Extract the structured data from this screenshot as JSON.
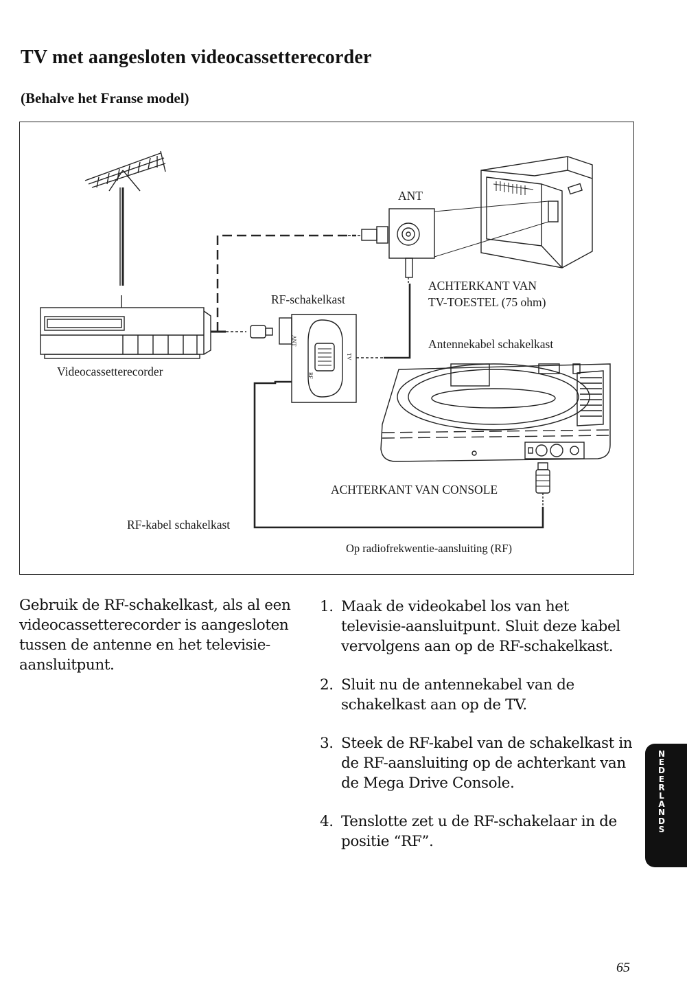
{
  "page": {
    "title": "TV met aangesloten videocassetterecorder",
    "subtitle": "(Behalve het Franse model)",
    "page_number": "65",
    "side_tab": "NEDERLANDS"
  },
  "diagram": {
    "labels": {
      "ant": "ANT",
      "rf_box": "RF-schakelkast",
      "tv_back_1": "ACHTERKANT VAN",
      "tv_back_2": "TV-TOESTEL (75 ohm)",
      "antenna_cable": "Antennekabel schakelkast",
      "vcr": "Videocassetterecorder",
      "console_back": "ACHTERKANT VAN CONSOLE",
      "rf_cable": "RF-kabel schakelkast",
      "rf_connection": "Op radiofrekwentie-aansluiting (RF)"
    },
    "switch_labels": {
      "ant": "ANT",
      "tv": "TV",
      "rf": "RF"
    }
  },
  "intro": "Gebruik de RF-schakelkast, als al een videocassetterecorder is aangesloten tussen de antenne en het televisie-aansluitpunt.",
  "steps": [
    {
      "num": "1.",
      "text": "Maak de videokabel los van het televisie-aansluitpunt. Sluit deze kabel vervolgens aan op de RF-schakelkast."
    },
    {
      "num": "2.",
      "text": "Sluit nu de antennekabel van de schakelkast aan op de TV."
    },
    {
      "num": "3.",
      "text": "Steek de RF-kabel van de schakelkast in de RF-aansluiting op de achterkant van de Mega Drive Console."
    },
    {
      "num": "4.",
      "text": "Tenslotte zet u de RF-schakelaar in de positie “RF”."
    }
  ]
}
